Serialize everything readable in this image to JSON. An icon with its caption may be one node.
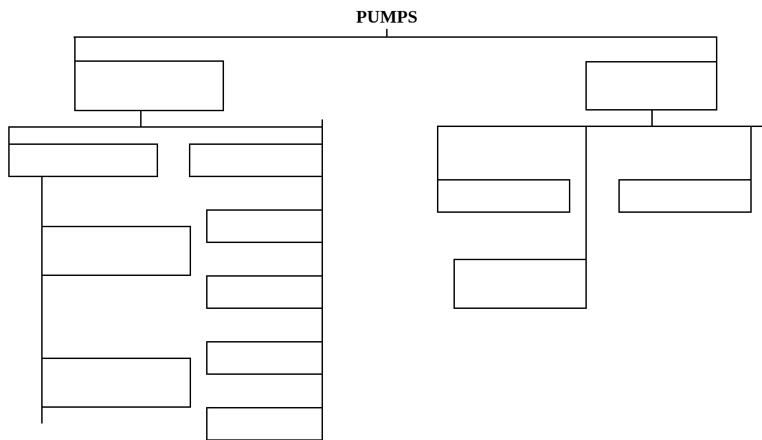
{
  "diagram": {
    "title": "PUMPS",
    "nodes": [
      {
        "text": [],
        "shape": "box"
      },
      {
        "text": [],
        "shape": "box"
      },
      {
        "text": [],
        "shape": "box"
      },
      {
        "text": [],
        "shape": "box"
      },
      {
        "text": [],
        "shape": "box"
      },
      {
        "text": [],
        "shape": "box"
      },
      {
        "text": [],
        "shape": "box"
      },
      {
        "text": [],
        "shape": "box"
      },
      {
        "text": [],
        "shape": "box"
      },
      {
        "text": [],
        "shape": "box"
      },
      {
        "text": [],
        "shape": "box"
      },
      {
        "text": [],
        "shape": "box"
      },
      {
        "text": [],
        "shape": "box"
      }
    ],
    "edges": [
      {
        "from": null,
        "to": 0,
        "arrow": "none"
      },
      {
        "from": null,
        "to": 1,
        "arrow": "none"
      },
      {
        "from": 0,
        "to": 2,
        "arrow": "none"
      },
      {
        "from": 0,
        "to": 3,
        "arrow": "none"
      },
      {
        "from": 2,
        "to": 7,
        "arrow": "none"
      },
      {
        "from": 2,
        "to": 11,
        "arrow": "none"
      },
      {
        "from": 3,
        "to": 6,
        "arrow": "none"
      },
      {
        "from": 3,
        "to": 9,
        "arrow": "none"
      },
      {
        "from": 3,
        "to": 10,
        "arrow": "none"
      },
      {
        "from": 3,
        "to": 12,
        "arrow": "none"
      },
      {
        "from": 1,
        "to": 4,
        "arrow": "none"
      },
      {
        "from": 1,
        "to": 5,
        "arrow": "none"
      },
      {
        "from": 1,
        "to": 8,
        "arrow": "none"
      }
    ]
  }
}
